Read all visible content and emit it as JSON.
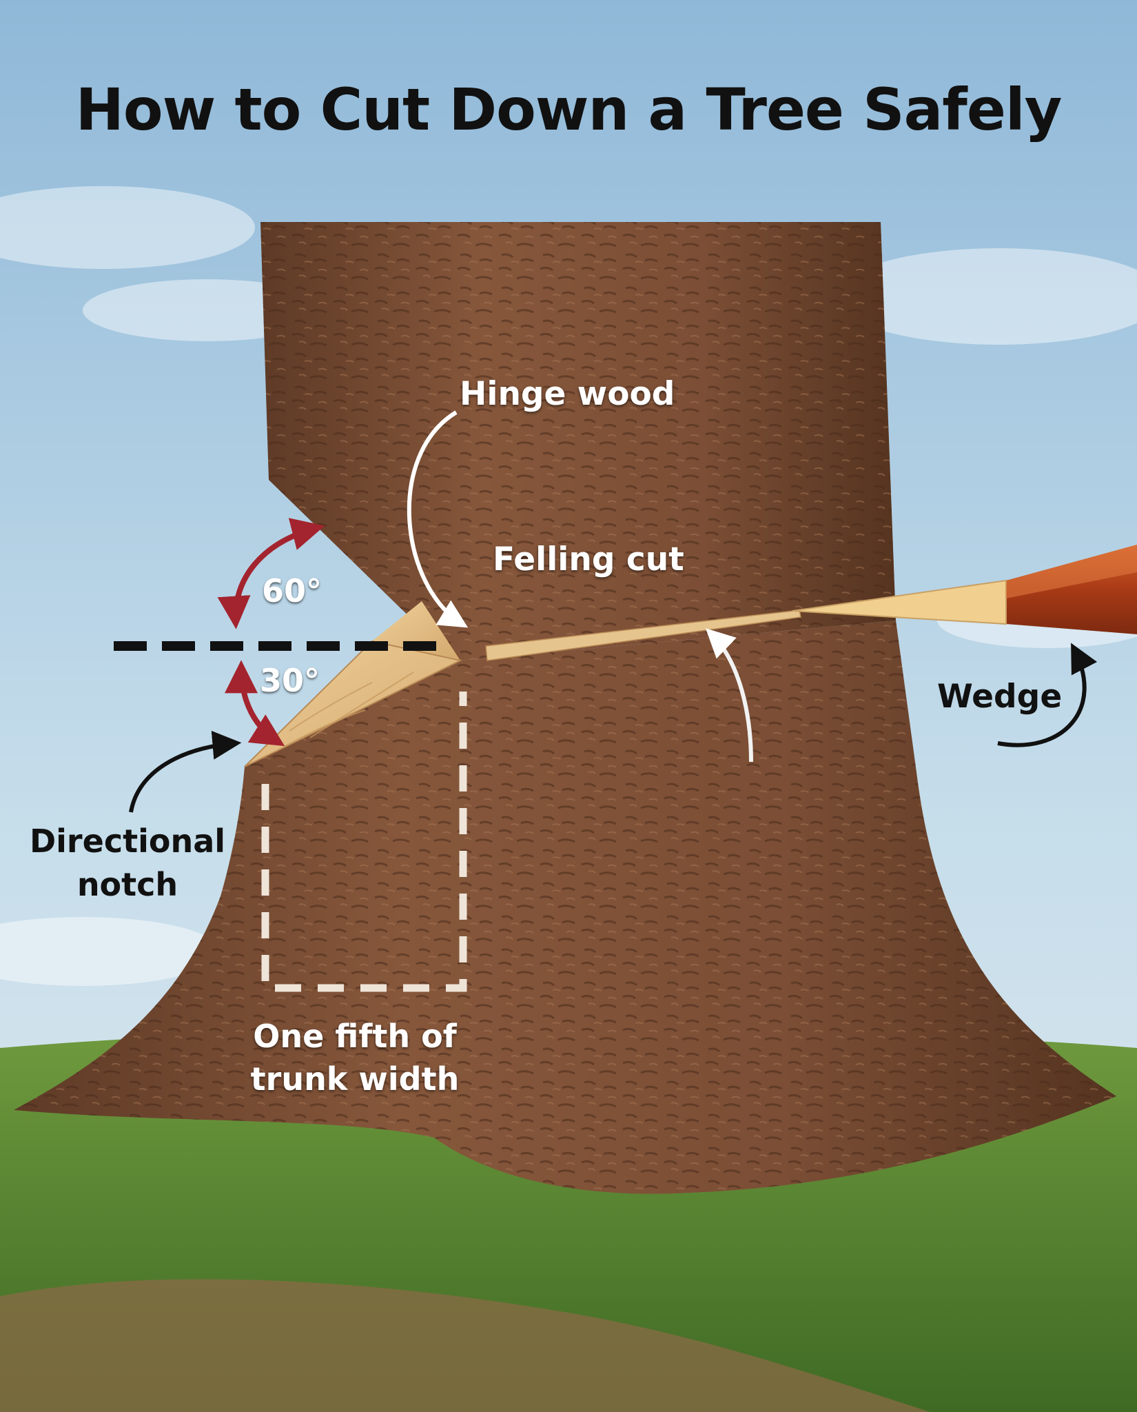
{
  "title": "How to Cut Down a Tree Safely",
  "labels": {
    "hinge_wood": "Hinge wood",
    "felling_cut": "Felling cut",
    "angle_upper": "60°",
    "angle_lower": "30°",
    "wedge": "Wedge",
    "directional_notch_line1": "Directional",
    "directional_notch_line2": "notch",
    "one_fifth_line1": "One fifth of",
    "one_fifth_line2": "trunk width"
  },
  "colors": {
    "sky": "#b7d3e6",
    "bark": "#7a4d33",
    "cut_wood": "#e2bf86",
    "angle_arrows": "#a3242e",
    "wedge_body": "#b5431b",
    "grass": "#5c8a32"
  }
}
